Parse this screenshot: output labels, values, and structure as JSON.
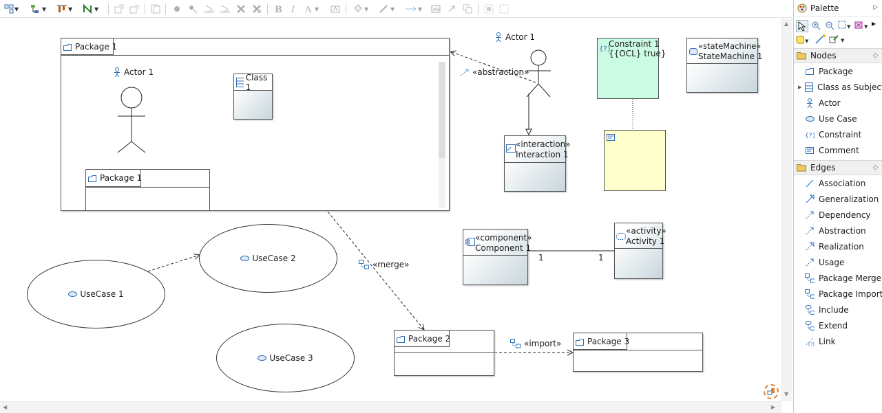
{
  "palette": {
    "title": "Palette",
    "drawers": [
      {
        "label": "Nodes",
        "items": [
          "Package",
          "Class as Subject",
          "Actor",
          "Use Case",
          "Constraint",
          "Comment"
        ]
      },
      {
        "label": "Edges",
        "items": [
          "Association",
          "Generalization",
          "Dependency",
          "Abstraction",
          "Realization",
          "Usage",
          "Package Merge",
          "Package Import",
          "Include",
          "Extend",
          "Link"
        ]
      }
    ]
  },
  "diagram": {
    "package1": {
      "name": "Package 1",
      "actor": "Actor 1",
      "class": "Class 1",
      "nested_package": "Package 1"
    },
    "actor_right": "Actor 1",
    "constraint": {
      "name": "Constraint 1",
      "spec": "{{OCL} true}"
    },
    "state_machine": {
      "stereotype": "«stateMachine»",
      "name": "StateMachine 1"
    },
    "interaction": {
      "stereotype": "«interaction»",
      "name": "Interaction 1"
    },
    "component": {
      "stereotype": "«component»",
      "name": "Component 1"
    },
    "activity": {
      "stereotype": "«activity»",
      "name": "Activity 1"
    },
    "package2": "Package 2",
    "package3": "Package 3",
    "usecases": [
      "UseCase 1",
      "UseCase 2",
      "UseCase 3"
    ],
    "edges": {
      "abstraction": "«abstraction»",
      "merge": "«merge»",
      "import": "«import»",
      "mult_left": "1",
      "mult_right": "1"
    }
  },
  "colors": {
    "constraint_fill": "#ccfbe4",
    "comment_fill": "#ffffcc",
    "accent": "#2f6fb5"
  }
}
